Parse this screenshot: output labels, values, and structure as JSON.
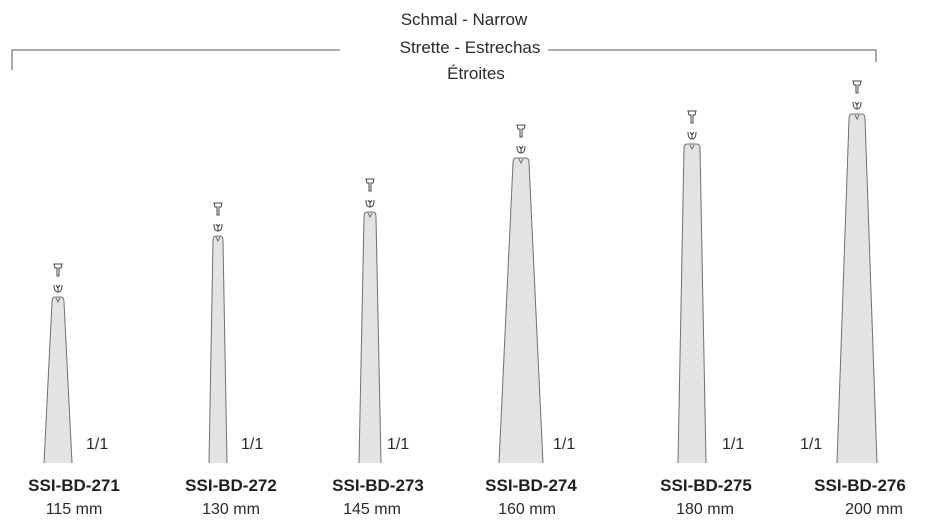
{
  "header": {
    "line1": "Schmal - Narrow",
    "line2": "Strette - Estrechas",
    "line3": "Étroites"
  },
  "colors": {
    "instrument_fill": "#e3e3e3",
    "instrument_stroke": "#707070",
    "bracket": "#555555",
    "text": "#222222"
  },
  "instruments": [
    {
      "code": "SSI-BD-271",
      "length": "115 mm",
      "scale": "1/1"
    },
    {
      "code": "SSI-BD-272",
      "length": "130 mm",
      "scale": "1/1"
    },
    {
      "code": "SSI-BD-273",
      "length": "145 mm",
      "scale": "1/1"
    },
    {
      "code": "SSI-BD-274",
      "length": "160 mm",
      "scale": "1/1"
    },
    {
      "code": "SSI-BD-275",
      "length": "180 mm",
      "scale": "1/1"
    },
    {
      "code": "SSI-BD-276",
      "length": "200 mm",
      "scale": "1/1"
    }
  ]
}
